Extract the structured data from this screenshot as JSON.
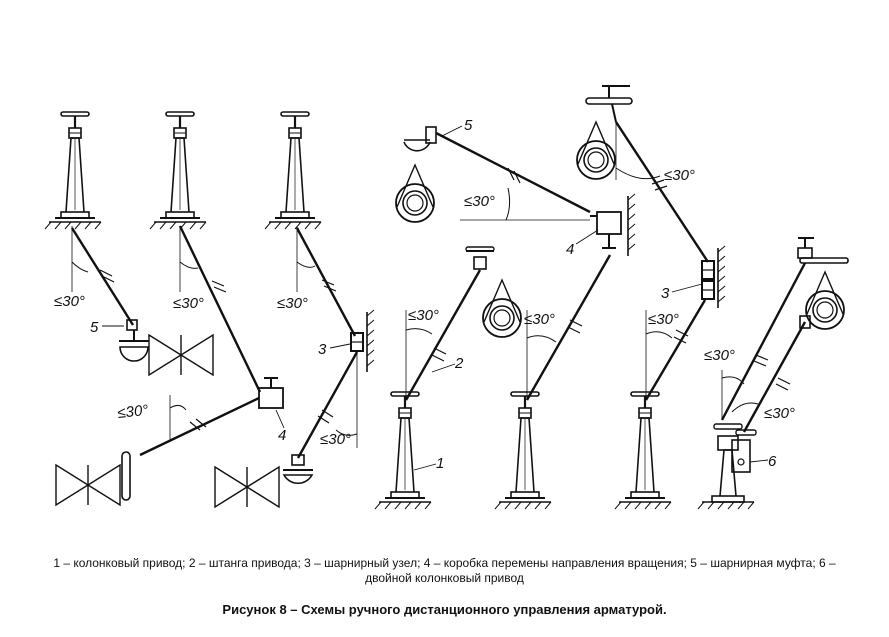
{
  "figure": {
    "angle_label": "≤30°",
    "part_labels": [
      "1",
      "2",
      "3",
      "4",
      "5",
      "6"
    ]
  },
  "caption": {
    "legend": "1 – колонковый привод; 2 – штанга привода; 3 – шарнирный узел; 4 – коробка перемены направления вращения; 5 – шарнирная муфта; 6 – двойной колонковый привод",
    "title": "Рисунок 8 – Схемы ручного дистанционного управления арматурой."
  }
}
